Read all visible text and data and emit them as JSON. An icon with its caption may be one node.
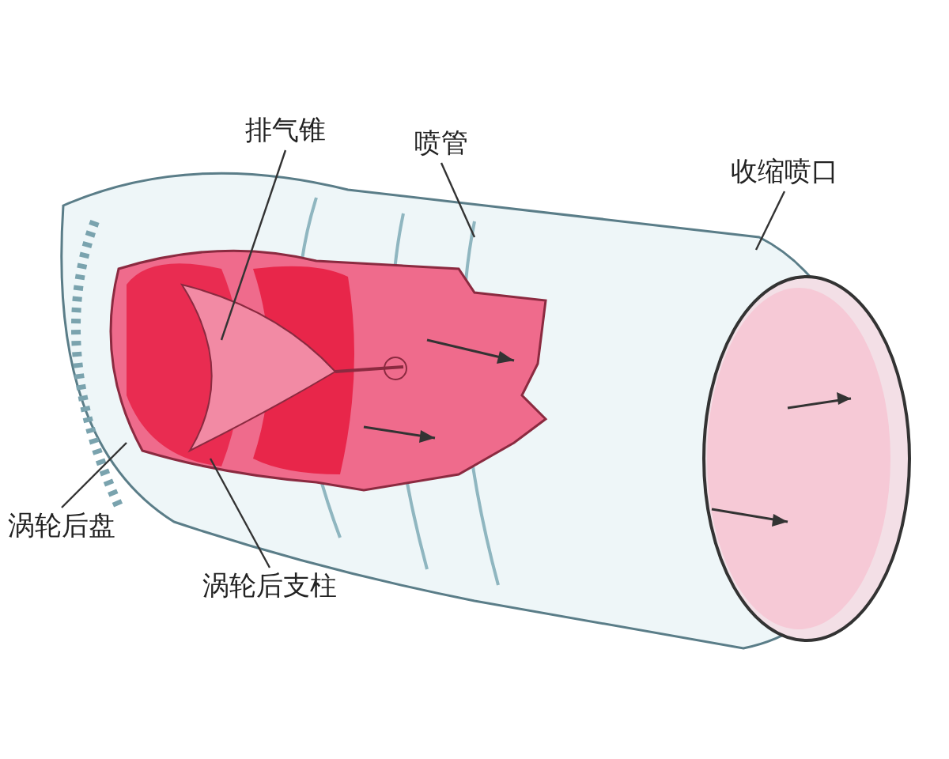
{
  "diagram": {
    "nodes": [
      {
        "text": [
          "排气锥"
        ]
      },
      {
        "text": [
          "喷管"
        ]
      },
      {
        "text": [
          "收缩喷口"
        ]
      },
      {
        "text": [
          "涡轮后盘"
        ]
      },
      {
        "text": [
          "涡轮后支柱"
        ]
      }
    ],
    "edges": [
      {
        "from": 0,
        "to": null,
        "arrow": "none"
      },
      {
        "from": 1,
        "to": null,
        "arrow": "none"
      },
      {
        "from": 2,
        "to": null,
        "arrow": "none"
      },
      {
        "from": 3,
        "to": null,
        "arrow": "none"
      },
      {
        "from": 4,
        "to": null,
        "arrow": "none"
      }
    ]
  }
}
